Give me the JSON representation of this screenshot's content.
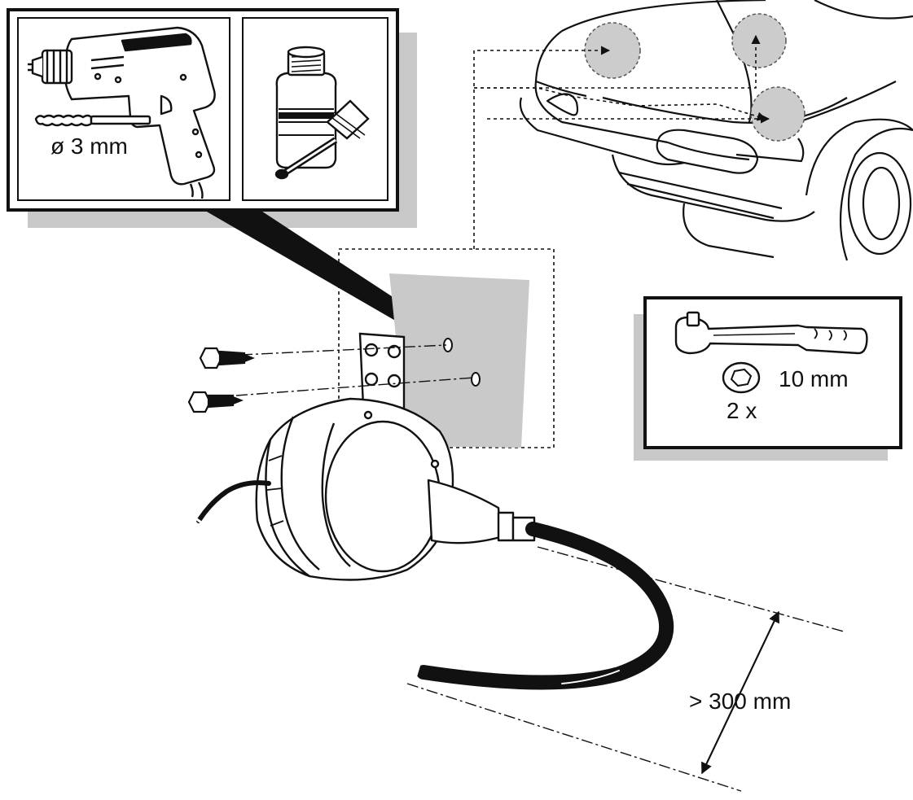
{
  "figure": {
    "labels": {
      "drill_bit_size": "ø 3 mm",
      "socket_size": "10 mm",
      "quantity": "2 x",
      "hose_distance": "> 300 mm"
    },
    "icons": [
      "drill-icon",
      "drill-bit-icon",
      "primer-bottle-icon",
      "brush-icon",
      "car-front-icon",
      "bracket-icon",
      "screw-icon",
      "horn-icon",
      "hose-icon",
      "ratchet-wrench-icon",
      "socket-icon"
    ],
    "colors": {
      "line": "#111111",
      "shadow": "#c8c8c8",
      "panel": "#c9c9c9",
      "highlight": "#cccccc",
      "background": "#ffffff"
    }
  }
}
